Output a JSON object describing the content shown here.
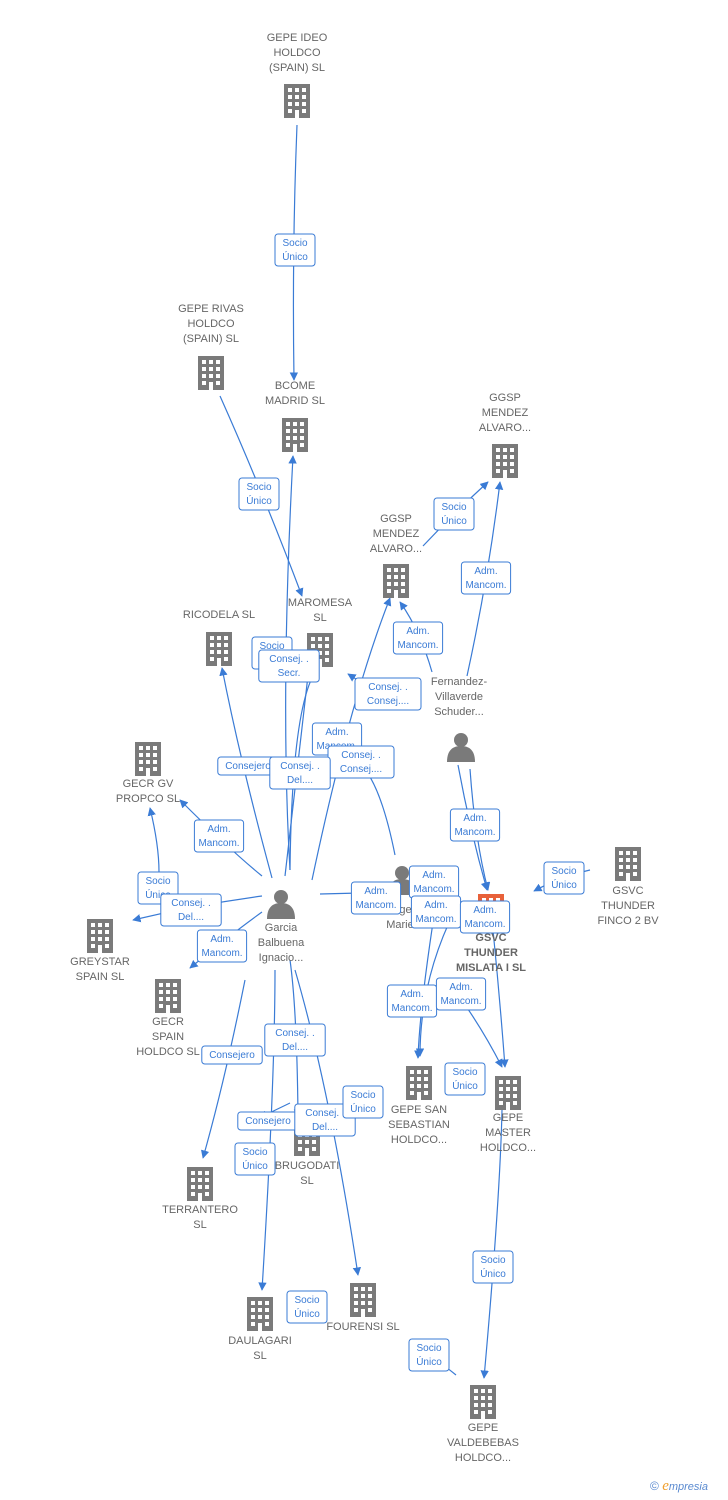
{
  "colors": {
    "edge": "#3a7bd5",
    "icon": "#7a7a7a",
    "focus": "#e8613a",
    "label": "#666666"
  },
  "nodes": [
    {
      "id": "gepe-ideo",
      "type": "company",
      "lines": [
        "GEPE IDEO",
        "HOLDCO",
        "(SPAIN)  SL"
      ]
    },
    {
      "id": "gepe-rivas",
      "type": "company",
      "lines": [
        "GEPE RIVAS",
        "HOLDCO",
        "(SPAIN)  SL"
      ]
    },
    {
      "id": "bcome",
      "type": "company",
      "lines": [
        "BCOME",
        "MADRID  SL"
      ]
    },
    {
      "id": "ggsp-top",
      "type": "company",
      "lines": [
        "GGSP",
        "MENDEZ",
        "ALVARO..."
      ]
    },
    {
      "id": "ggsp-mid",
      "type": "company",
      "lines": [
        "GGSP",
        "MENDEZ",
        "ALVARO..."
      ]
    },
    {
      "id": "ricodela",
      "type": "company",
      "lines": [
        "RICODELA  SL"
      ]
    },
    {
      "id": "maromesa",
      "type": "company",
      "lines": [
        "MAROMESA",
        "SL"
      ]
    },
    {
      "id": "fernandez",
      "type": "person",
      "lines": [
        "Fernandez-",
        "Villaverde",
        "Schuder..."
      ]
    },
    {
      "id": "gecr-gv",
      "type": "company",
      "lines": [
        "GECR GV",
        "PROPCO  SL"
      ]
    },
    {
      "id": "gsvc-finco",
      "type": "company",
      "lines": [
        "GSVC",
        "THUNDER",
        "FINCO 2 BV"
      ]
    },
    {
      "id": "greystar",
      "type": "company",
      "lines": [
        "GREYSTAR",
        "SPAIN  SL"
      ]
    },
    {
      "id": "garcia",
      "type": "person",
      "lines": [
        "Garcia",
        "Balbuena",
        "Ignacio..."
      ]
    },
    {
      "id": "angel",
      "type": "person",
      "lines": [
        "Angel",
        "Marie"
      ]
    },
    {
      "id": "gsvc-mislata",
      "type": "focus",
      "lines": [
        "GSVC",
        "THUNDER",
        "MISLATA I  SL"
      ]
    },
    {
      "id": "gecr-spain",
      "type": "company",
      "lines": [
        "GECR",
        "SPAIN",
        "HOLDCO  SL"
      ]
    },
    {
      "id": "gepe-sebastian",
      "type": "company",
      "lines": [
        "GEPE SAN",
        "SEBASTIAN",
        "HOLDCO..."
      ]
    },
    {
      "id": "gepe-master",
      "type": "company",
      "lines": [
        "GEPE",
        "MASTER",
        "HOLDCO..."
      ]
    },
    {
      "id": "brugodati",
      "type": "company",
      "lines": [
        "BRUGODATI",
        "SL"
      ]
    },
    {
      "id": "terrantero",
      "type": "company",
      "lines": [
        "TERRANTERO",
        "SL"
      ]
    },
    {
      "id": "daulagari",
      "type": "company",
      "lines": [
        "DAULAGARI",
        "SL"
      ]
    },
    {
      "id": "fourensi",
      "type": "company",
      "lines": [
        "FOURENSI  SL"
      ]
    },
    {
      "id": "gepe-valdebebas",
      "type": "company",
      "lines": [
        "GEPE",
        "VALDEBEBAS",
        "HOLDCO..."
      ]
    }
  ],
  "edges": [
    {
      "id": "e1",
      "label": [
        "Socio",
        "Único"
      ]
    },
    {
      "id": "e2",
      "label": [
        "Socio",
        "Único"
      ]
    },
    {
      "id": "e3",
      "label": [
        "Socio",
        "Único"
      ]
    },
    {
      "id": "e4",
      "label": [
        "Adm.",
        "Mancom."
      ]
    },
    {
      "id": "e5",
      "label": [
        "Adm.",
        "Mancom."
      ]
    },
    {
      "id": "e6",
      "label": [
        "Socio",
        "Único"
      ]
    },
    {
      "id": "e7",
      "label": [
        "Consej. .",
        "Secr."
      ]
    },
    {
      "id": "e8",
      "label": [
        "Consej. .",
        "Consej...."
      ]
    },
    {
      "id": "e9",
      "label": [
        "Adm.",
        "Mancom."
      ]
    },
    {
      "id": "e10",
      "label": [
        "Consej. .",
        "Consej...."
      ]
    },
    {
      "id": "e11",
      "label": [
        "Consejero"
      ]
    },
    {
      "id": "e12",
      "label": [
        "Consej. .",
        "Del...."
      ]
    },
    {
      "id": "e13",
      "label": [
        "Adm.",
        "Mancom."
      ]
    },
    {
      "id": "e14",
      "label": [
        "Adm.",
        "Mancom."
      ]
    },
    {
      "id": "e15",
      "label": [
        "Socio",
        "Único"
      ]
    },
    {
      "id": "e16",
      "label": [
        "Socio",
        "Único"
      ]
    },
    {
      "id": "e17",
      "label": [
        "Consej. .",
        "Del...."
      ]
    },
    {
      "id": "e18",
      "label": [
        "Adm.",
        "Mancom."
      ]
    },
    {
      "id": "e19",
      "label": [
        "Adm.",
        "Mancom."
      ]
    },
    {
      "id": "e20",
      "label": [
        "Adm.",
        "Mancom."
      ]
    },
    {
      "id": "e21",
      "label": [
        "Adm.",
        "Mancom."
      ]
    },
    {
      "id": "e22",
      "label": [
        "Adm.",
        "Mancom."
      ]
    },
    {
      "id": "e23",
      "label": [
        "Adm.",
        "Mancom."
      ]
    },
    {
      "id": "e24",
      "label": [
        "Adm.",
        "Mancom."
      ]
    },
    {
      "id": "e25",
      "label": [
        "Socio",
        "Único"
      ]
    },
    {
      "id": "e26",
      "label": [
        "Consej. .",
        "Del...."
      ]
    },
    {
      "id": "e27",
      "label": [
        "Consejero"
      ]
    },
    {
      "id": "e28",
      "label": [
        "Consejero"
      ]
    },
    {
      "id": "e29",
      "label": [
        "Socio",
        "Único"
      ]
    },
    {
      "id": "e30",
      "label": [
        "Consej. .",
        "Del...."
      ]
    },
    {
      "id": "e31",
      "label": [
        "Socio",
        "Único"
      ]
    },
    {
      "id": "e32",
      "label": [
        "Socio",
        "Único"
      ]
    },
    {
      "id": "e33",
      "label": [
        "Socio",
        "Único"
      ]
    },
    {
      "id": "e34",
      "label": [
        "Socio",
        "Único"
      ]
    }
  ],
  "footer": {
    "symbol": "©",
    "brand_initial": "e",
    "brand_rest": "mpresia"
  }
}
